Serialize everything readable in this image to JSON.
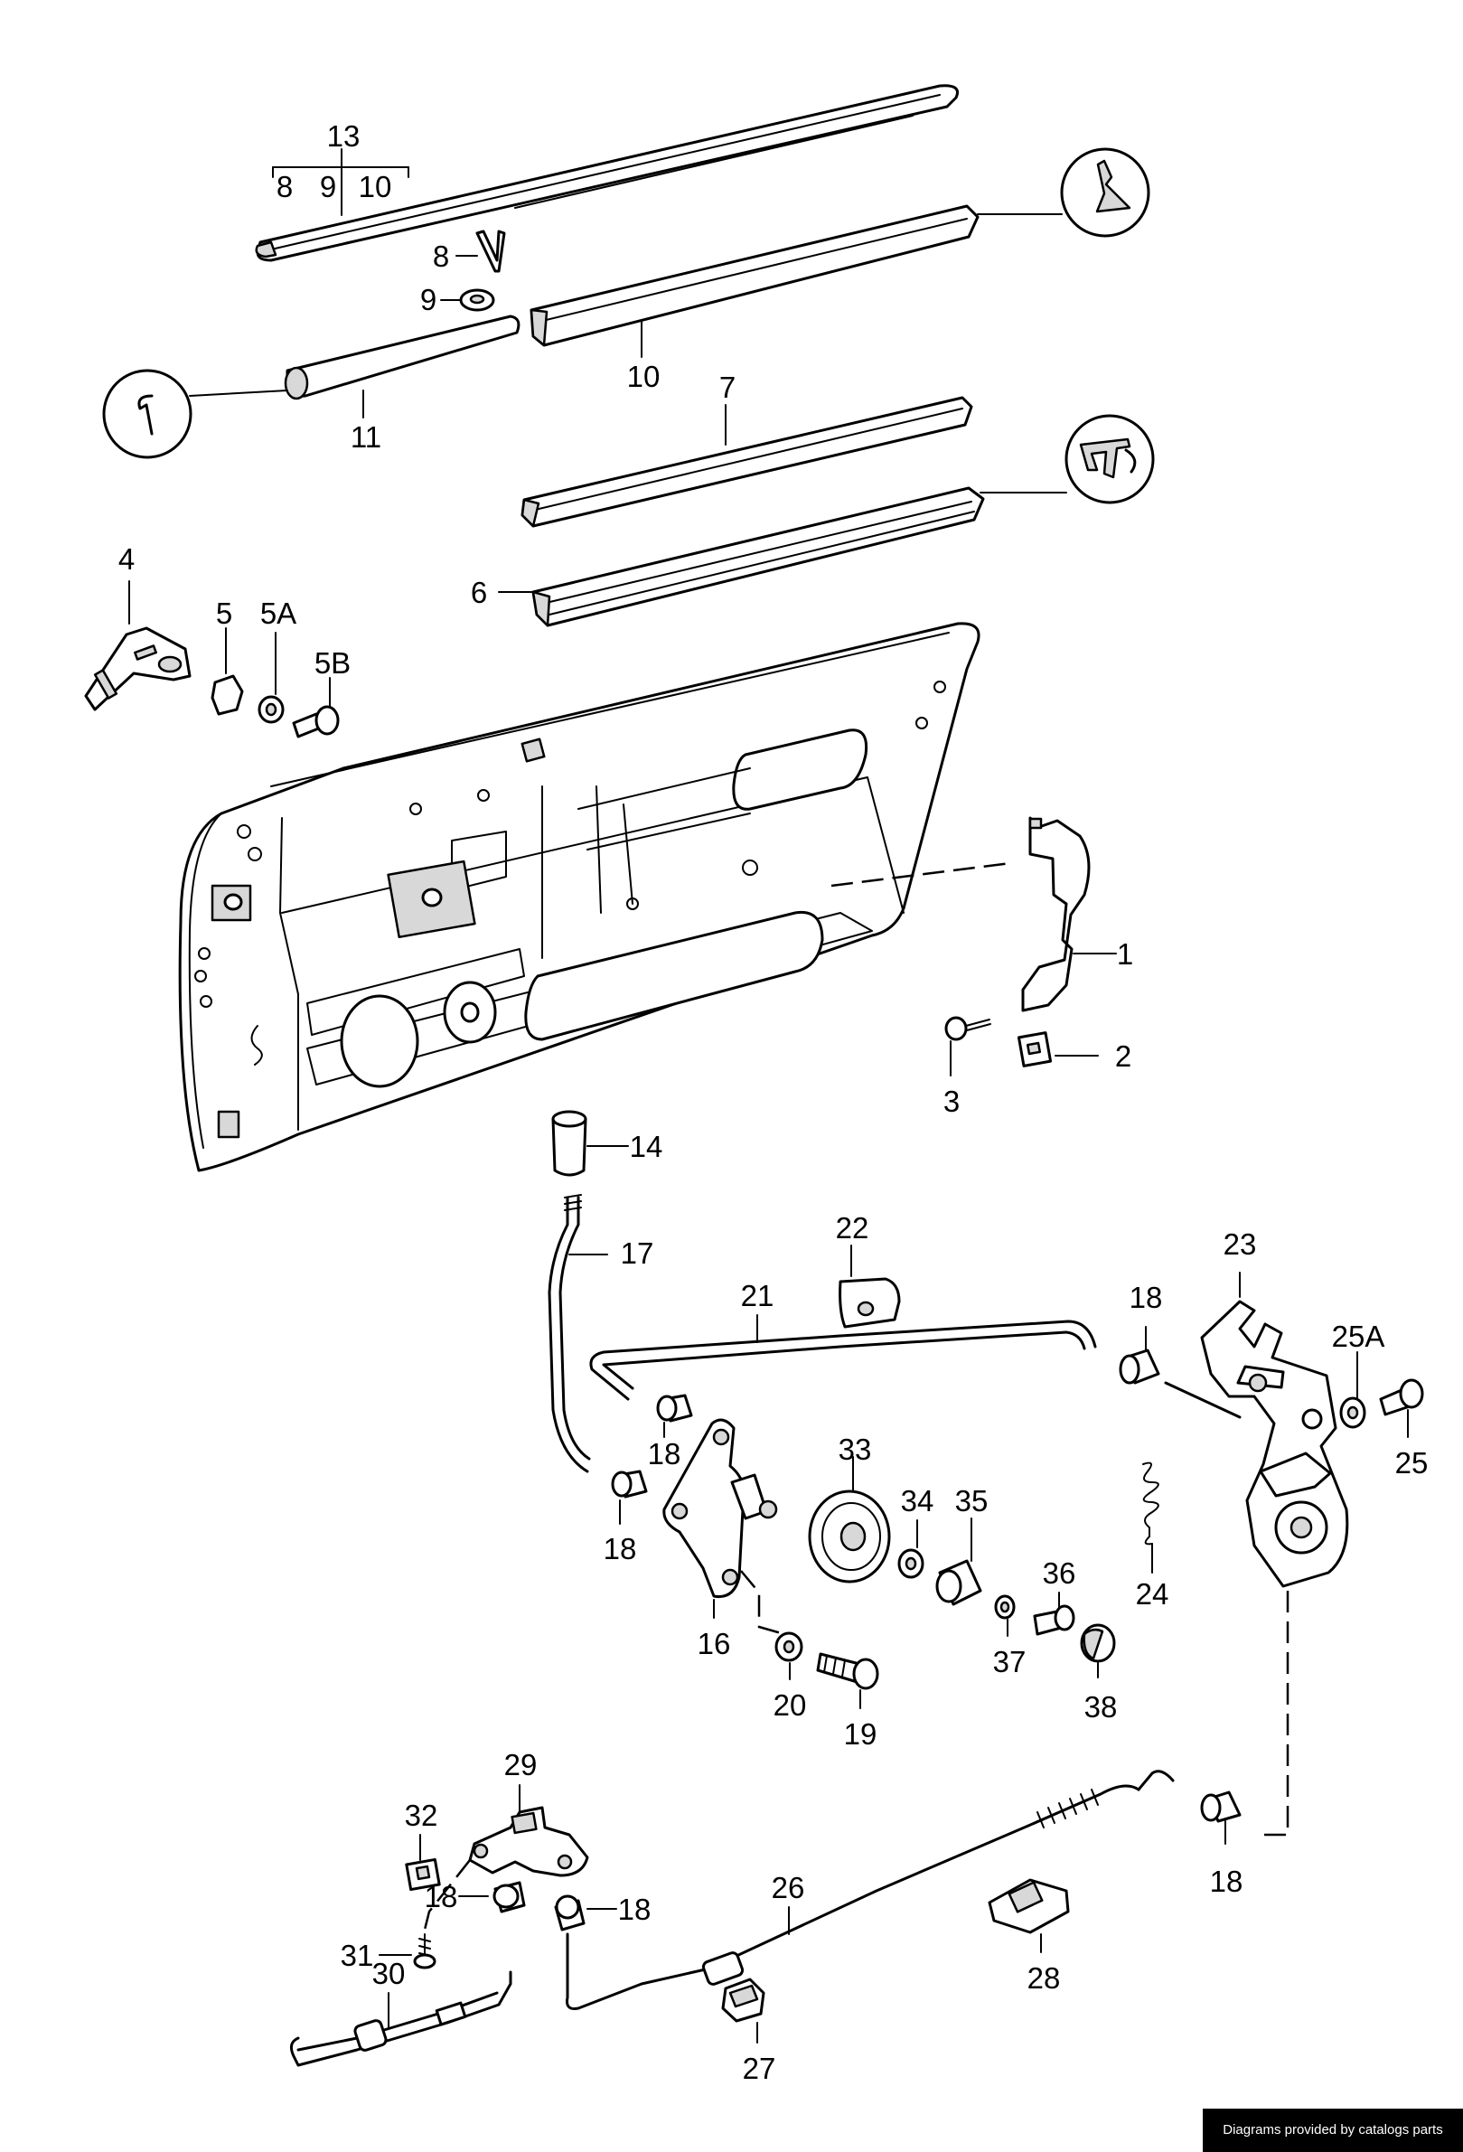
{
  "labels": {
    "p13": "13",
    "p13_8": "8",
    "p13_9": "9",
    "p13_10": "10",
    "p8": "8",
    "p9": "9",
    "p10": "10",
    "p11": "11",
    "p7": "7",
    "p6": "6",
    "p4": "4",
    "p5": "5",
    "p5a": "5A",
    "p5b": "5B",
    "p1": "1",
    "p2": "2",
    "p3": "3",
    "p14": "14",
    "p17": "17",
    "p22": "22",
    "p21": "21",
    "p23": "23",
    "p18a": "18",
    "p25a": "25A",
    "p25": "25",
    "p18b": "18",
    "p18c": "18",
    "p33": "33",
    "p34": "34",
    "p35": "35",
    "p36": "36",
    "p24": "24",
    "p16": "16",
    "p37": "37",
    "p20": "20",
    "p19": "19",
    "p38": "38",
    "p29": "29",
    "p32": "32",
    "p26": "26",
    "p18d": "18",
    "p18e": "18",
    "p18f": "18",
    "p31": "31",
    "p28": "28",
    "p30": "30",
    "p27": "27"
  },
  "footer": {
    "credit": "Diagrams provided by catalogs parts"
  }
}
